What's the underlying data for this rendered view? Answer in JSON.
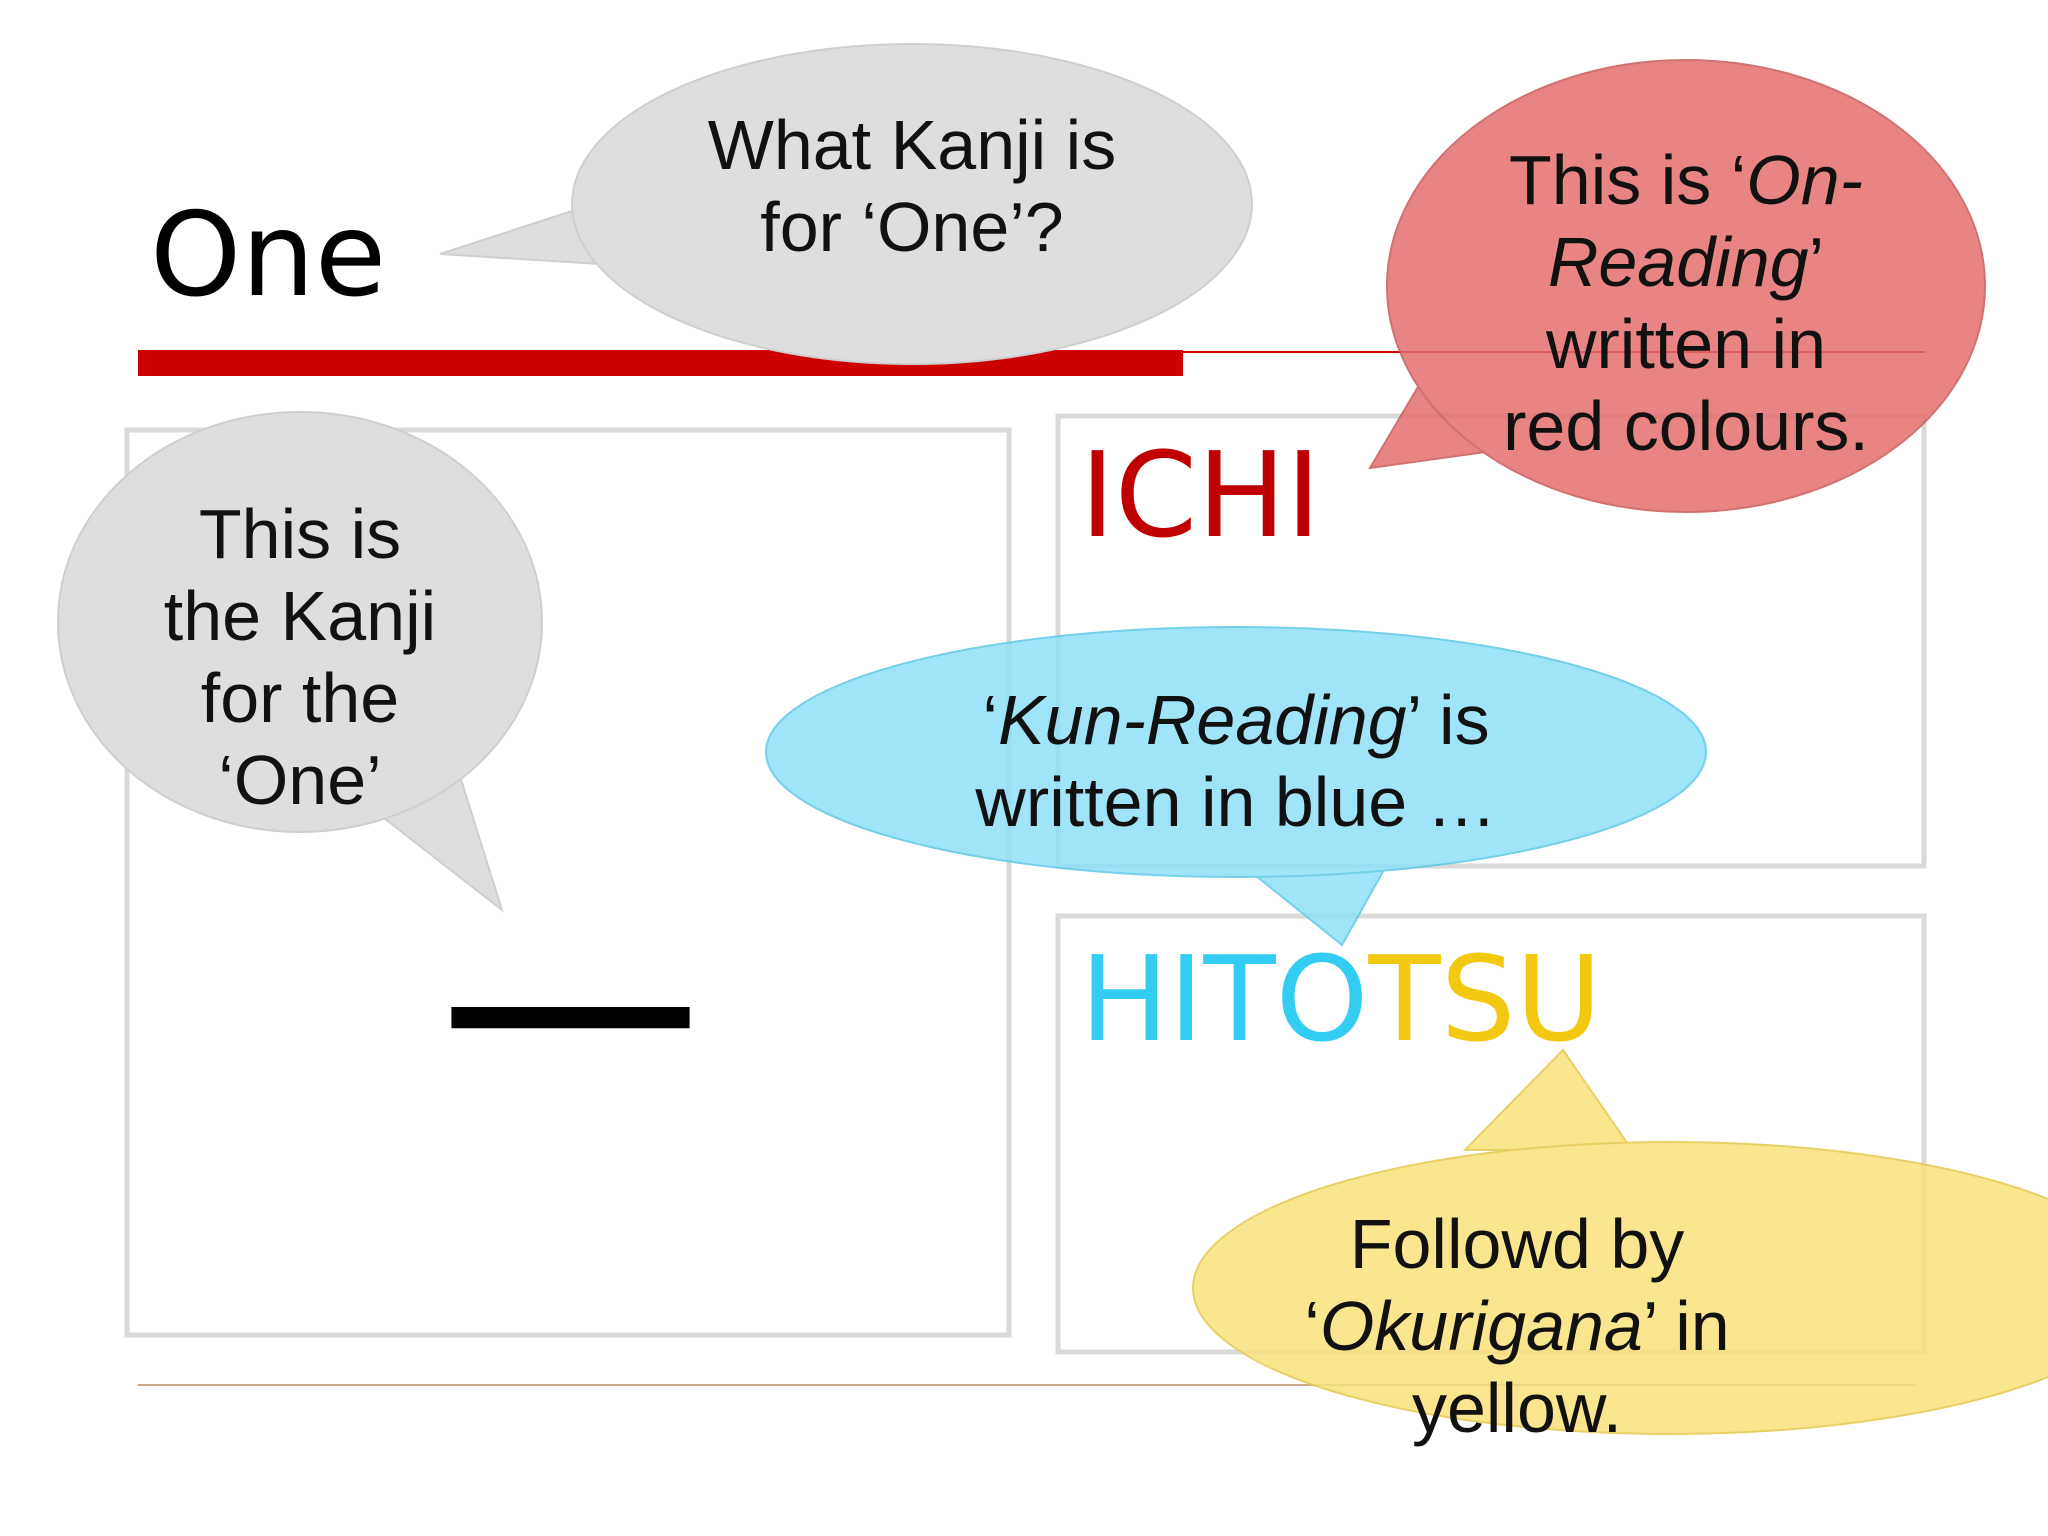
{
  "slide": {
    "title": "One",
    "kanji": "一",
    "on_reading": "ICHI",
    "kun_reading_stem": "HITO",
    "okurigana": "TSU"
  },
  "bubbles": {
    "question": {
      "line1": "What Kanji is",
      "line2": "for ‘One’?"
    },
    "kanji_note": {
      "line1": "This is",
      "line2": "the Kanji",
      "line3": "for the",
      "line4": "‘One’"
    },
    "on_reading_note": {
      "open_quote": "This is ‘",
      "term_part1": "On-",
      "term_part2": "Reading",
      "close_quote": "’",
      "line3": "written in",
      "line4": "red colours."
    },
    "kun_reading_note": {
      "open_quote": "‘",
      "term": "Kun-Reading",
      "after_term": "’ is",
      "line2": "written in blue …"
    },
    "okurigana_note": {
      "line1": "Followd by",
      "open_quote": "‘",
      "term": "Okurigana",
      "after_term": "’ in",
      "line3": "yellow."
    }
  },
  "colors": {
    "title_bar_red": "#cc0000",
    "on_reading_red": "#c00000",
    "kun_reading_blue": "#33ccf2",
    "okurigana_yellow": "#f2c811",
    "bubble_gray": "#dedede",
    "bubble_red": "#e88080",
    "bubble_blue": "#99e4f9",
    "bubble_yellow": "#fbe58c",
    "box_border": "#d9d9d9"
  }
}
